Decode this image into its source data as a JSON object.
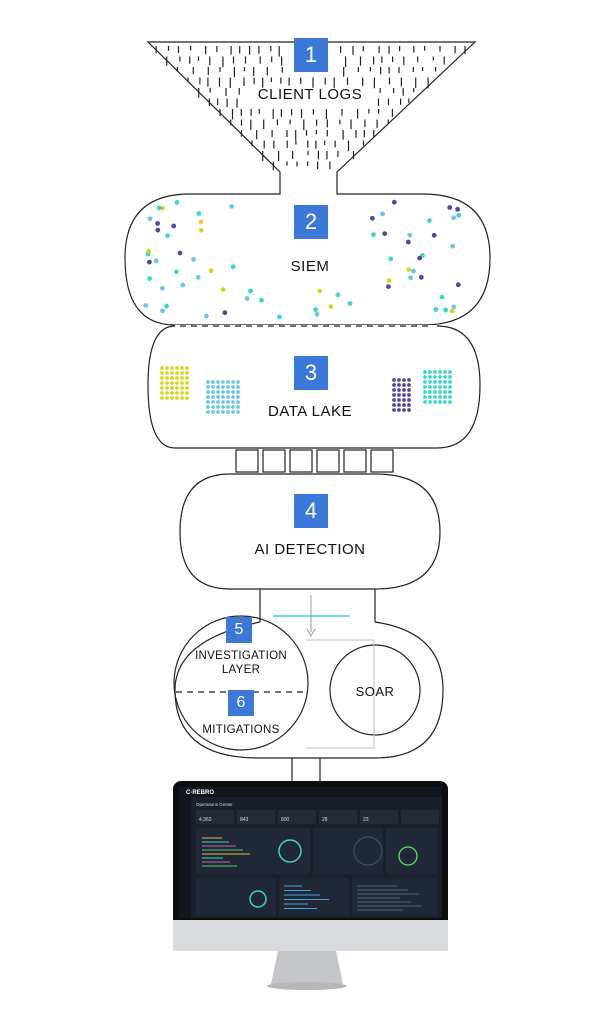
{
  "stages": [
    {
      "number": "1",
      "label": "CLIENT LOGS"
    },
    {
      "number": "2",
      "label": "SIEM"
    },
    {
      "number": "3",
      "label": "DATA LAKE"
    },
    {
      "number": "4",
      "label": "AI DETECTION"
    },
    {
      "number": "5",
      "label": "INVESTIGATION\nLAYER"
    },
    {
      "number": "6",
      "label": "MITIGATIONS"
    }
  ],
  "soar_label": "SOAR",
  "monitor": {
    "logo": "C·REBRO",
    "page_title": "Operations Center",
    "stats": [
      "4,363",
      "843",
      "800",
      "28",
      "23"
    ]
  },
  "colors": {
    "box": "#3b78d8",
    "dot_yellow": "#d6d627",
    "dot_cyan": "#3dd6c8",
    "dot_lightblue": "#6ec6e6",
    "dot_purple": "#52489c",
    "screen_bg": "#1a1f2b"
  }
}
